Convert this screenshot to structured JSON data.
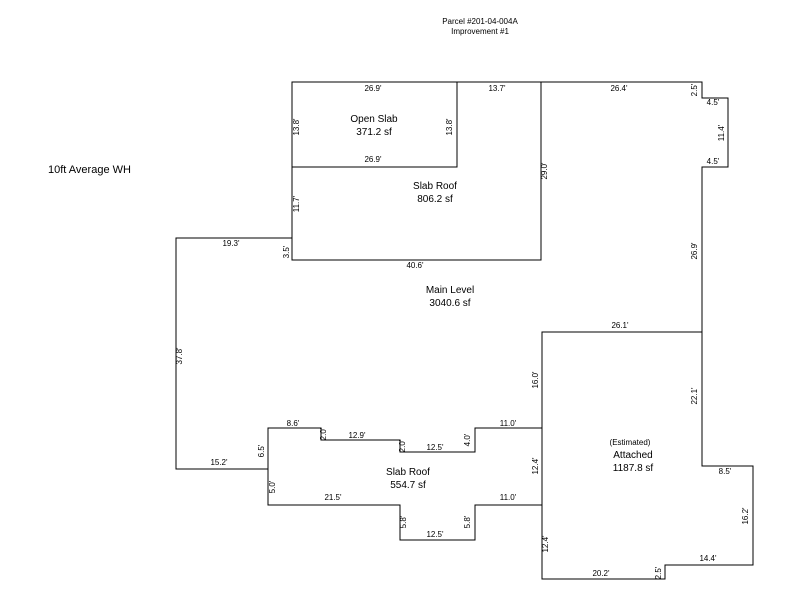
{
  "header": {
    "parcel": "Parcel  #201-04-004A",
    "improvement": "Improvement #1"
  },
  "note": "10ft Average WH",
  "areas": {
    "open_slab": {
      "name": "Open Slab",
      "area": "371.2 sf"
    },
    "slab_roof_upper": {
      "name": "Slab Roof",
      "area": "806.2 sf"
    },
    "main_level": {
      "name": "Main Level",
      "area": "3040.6 sf"
    },
    "slab_roof_lower": {
      "name": "Slab Roof",
      "area": "554.7 sf"
    },
    "attached": {
      "qualifier": "(Estimated)",
      "name": "Attached",
      "area": "1187.8 sf"
    }
  },
  "dims": {
    "top_open_slab": "26.9'",
    "top_13_7": "13.7'",
    "top_26_4": "26.4'",
    "ne_2_5": "2.5'",
    "ne_4_5_top": "4.5'",
    "ne_11_4": "11.4'",
    "ne_4_5_bottom": "4.5'",
    "open_slab_left": "13.8'",
    "open_slab_right": "13.8'",
    "open_slab_bottom": "26.9'",
    "slab_upper_right": "29.0'",
    "slab_upper_left": "11.7'",
    "left_3_5": "3.5'",
    "left_19_3": "19.3'",
    "slab_upper_bottom": "40.6'",
    "right_26_9": "26.9'",
    "attached_top": "26.1'",
    "left_37_8": "37.8'",
    "mid_16_0": "16.0'",
    "right_22_1": "22.1'",
    "lower_8_6": "8.6'",
    "lower_2_0a": "2.0'",
    "lower_12_9": "12.9'",
    "lower_2_0b": "2.0'",
    "lower_12_5_top": "12.5'",
    "lower_4_0": "4.0'",
    "lower_11_0_top": "11.0'",
    "lower_12_4_a": "12.4'",
    "left_6_5": "6.5'",
    "left_15_2": "15.2'",
    "lower_5_0": "5.0'",
    "lower_21_5": "21.5'",
    "lower_11_0_bottom": "11.0'",
    "lower_5_8_left": "5.8'",
    "lower_5_8_right": "5.8'",
    "lower_12_5_bottom": "12.5'",
    "lower_12_4_b": "12.4'",
    "right_8_5": "8.5'",
    "right_16_2": "16.2'",
    "bottom_14_4": "14.4'",
    "bottom_2_5": "2.5'",
    "bottom_20_2": "20.2'"
  }
}
